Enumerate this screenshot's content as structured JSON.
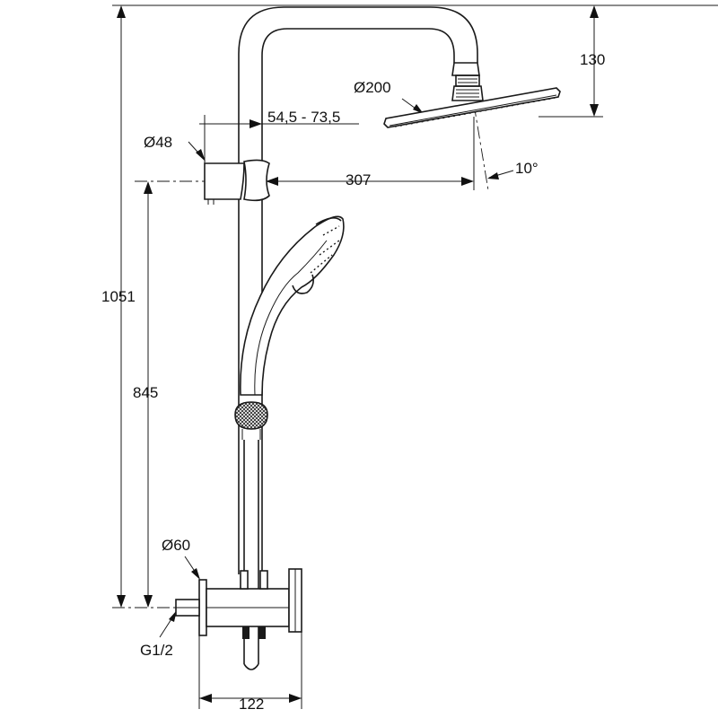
{
  "dimensions": {
    "head_height": "130",
    "head_diameter": "Ø200",
    "rail_offset": "54,5 - 73,5",
    "holder_diameter": "Ø48",
    "arm_reach": "307",
    "tilt_angle": "10°",
    "total_height": "1051",
    "holder_height": "845",
    "valve_diameter": "Ø60",
    "thread": "G1/2",
    "width": "122"
  }
}
